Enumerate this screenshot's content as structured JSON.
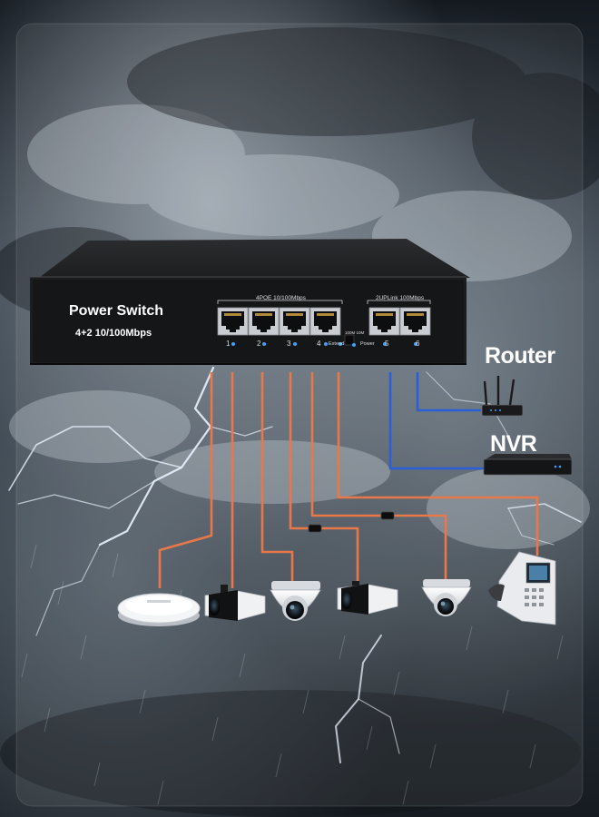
{
  "switch": {
    "title": "Power Switch",
    "subtitle": "4+2 10/100Mbps",
    "poe_group_label": "4POE 10/100Mbps",
    "uplink_group_label": "2UPLink 100Mbps",
    "port_numbers": [
      "1",
      "2",
      "3",
      "4",
      "5",
      "6"
    ],
    "extend_label": "Extend",
    "speed_label": "100M 10M",
    "power_label": "Power"
  },
  "devices": {
    "router_label": "Router",
    "nvr_label": "NVR"
  },
  "colors": {
    "poe_cable": "#e8784a",
    "uplink_cable": "#2a5fd8",
    "switch_body": "#1c1d1f",
    "led": "#3ea0ff",
    "sky_dark": "#1a1f26",
    "sky_light": "#8a949e",
    "lightning": "#e6f0ff"
  },
  "icons": [
    "router-icon",
    "nvr-icon",
    "access-point-icon",
    "bullet-camera-icon",
    "dome-camera-icon",
    "ip-phone-icon"
  ]
}
